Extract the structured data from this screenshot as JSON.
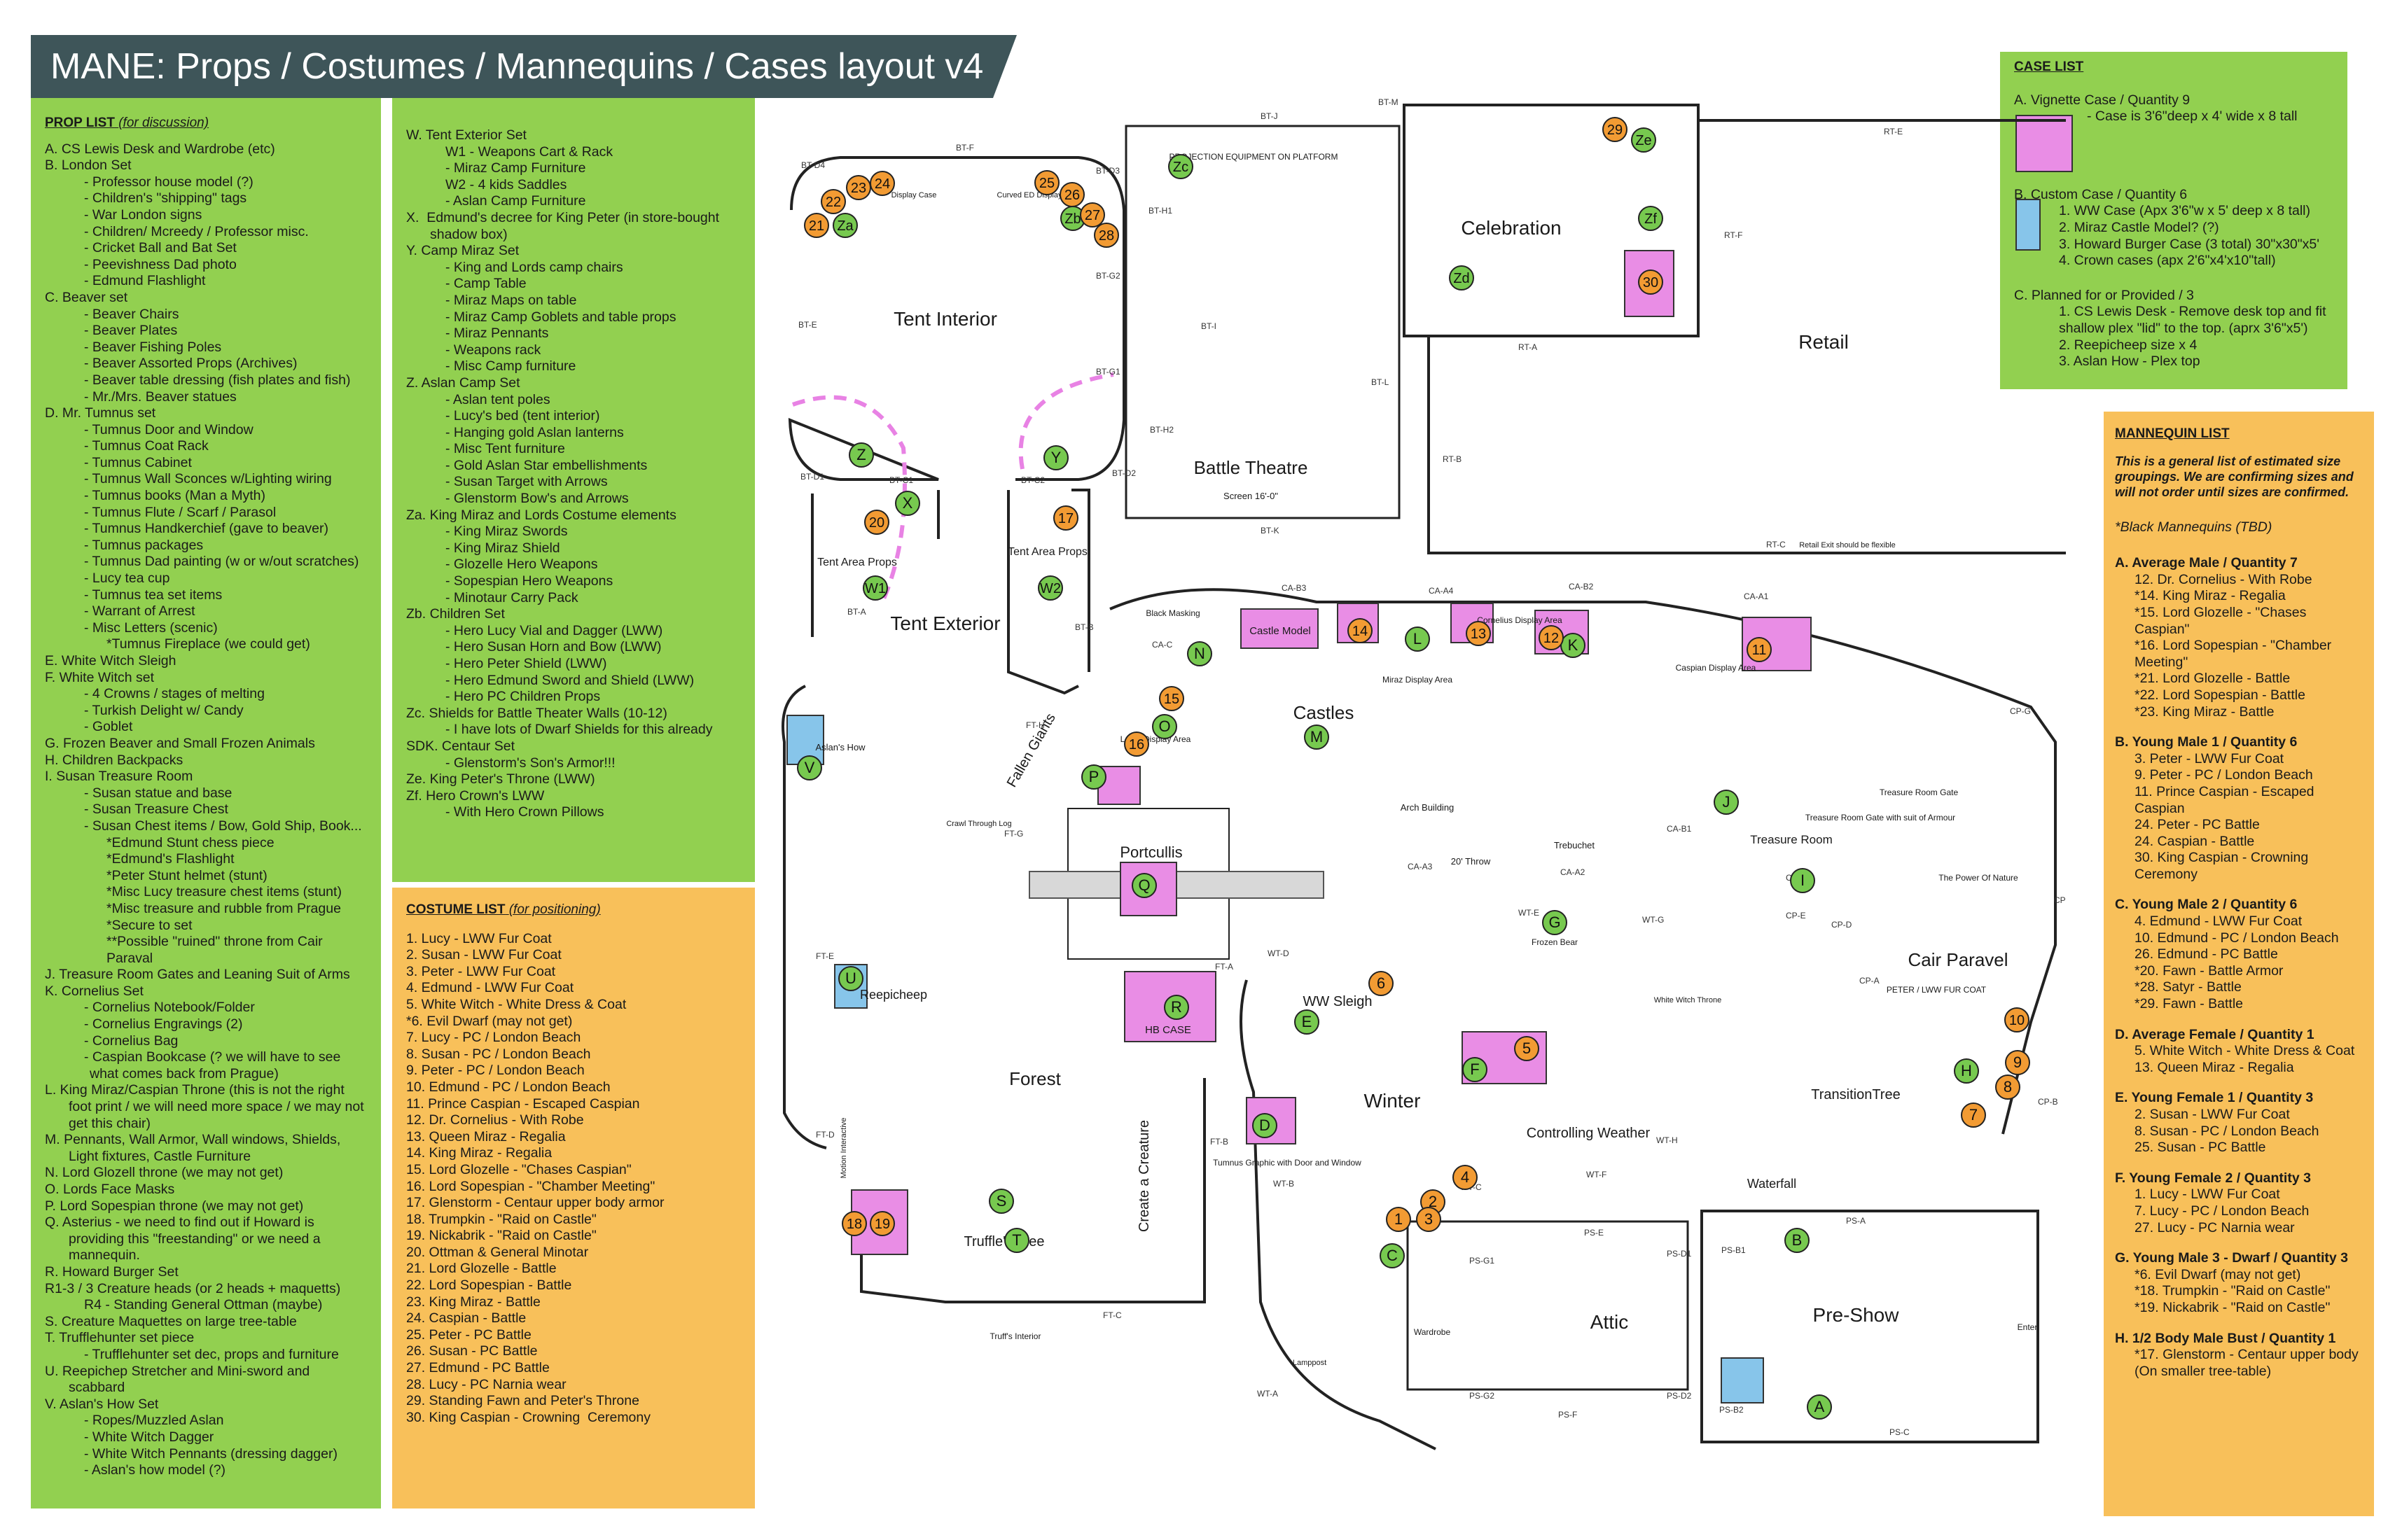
{
  "title": "MANE: Props / Costumes / Mannequins / Cases layout  v4",
  "prop_list": {
    "heading": "PROP LIST",
    "heading_note": "(for discussion)",
    "items": [
      "A. CS Lewis Desk and Wardrobe (etc)",
      "B. London Set",
      "- Professor house model (?)",
      "- Children's \"shipping\" tags",
      "- War London signs",
      "- Children/ Mcreedy / Professor misc.",
      "- Cricket Ball and Bat Set",
      "- Peevishness Dad photo",
      "- Edmund Flashlight",
      "C. Beaver set",
      "- Beaver Chairs",
      "- Beaver Plates",
      "- Beaver Fishing Poles",
      "- Beaver Assorted Props (Archives)",
      "- Beaver table dressing (fish plates and fish)",
      "- Mr./Mrs. Beaver statues",
      "D. Mr. Tumnus set",
      "- Tumnus Door and Window",
      "- Tumnus Coat Rack",
      "- Tumnus Cabinet",
      "- Tumnus Wall Sconces w/Lighting wiring",
      "- Tumnus books (Man a Myth)",
      "- Tumnus Flute / Scarf / Parasol",
      "- Tumnus Handkerchief (gave to beaver)",
      "- Tumnus packages",
      "- Tumnus Dad painting (w or w/out scratches)",
      "- Lucy tea cup",
      "- Tumnus tea set items",
      "- Warrant of Arrest",
      "- Misc Letters (scenic)",
      "*Tumnus Fireplace (we could get)",
      "E. White Witch Sleigh",
      "F. White Witch set",
      "- 4 Crowns / stages of melting",
      "- Turkish Delight w/ Candy",
      "- Goblet",
      "G. Frozen Beaver and Small Frozen Animals",
      "H. Children Backpacks",
      "I. Susan Treasure Room",
      "- Susan statue and base",
      "- Susan Treasure Chest",
      "- Susan Chest items / Bow, Gold Ship, Book...",
      "*Edmund Stunt chess piece",
      "*Edmund's Flashlight",
      "*Peter Stunt helmet (stunt)",
      "*Misc Lucy treasure chest items (stunt)",
      "*Misc treasure and rubble from Prague",
      "*Secure to set",
      "**Possible \"ruined\" throne from Cair Paraval",
      "J. Treasure Room Gates and Leaning Suit of Arms",
      "K. Cornelius Set",
      "- Cornelius Notebook/Folder",
      "- Cornelius Engravings (2)",
      "- Cornelius Bag",
      "- Caspian Bookcase (? we will have to see what comes back from Prague)",
      "L. King Miraz/Caspian Throne (this is not the right foot print / we will need more space / we may not get this chair)",
      "M. Pennants, Wall Armor, Wall windows, Shields, Light fixtures, Castle Furniture",
      "N. Lord Glozell throne (we may not get)",
      "O. Lords Face Masks",
      "P. Lord Sopespian throne (we may not get)",
      "Q. Asterius - we need to find out if Howard is providing this \"freestanding\" or we need a mannequin.",
      "R. Howard Burger Set",
      "R1-3 / 3 Creature heads (or 2 heads + maquetts)",
      "R4 - Standing General Ottman (maybe)",
      "S. Creature Maquettes on large tree-table",
      "T. Trufflehunter set piece",
      "- Trufflehunter set dec, props and furniture",
      "U. Reepichep Stretcher and Mini-sword and scabbard",
      "V. Aslan's How Set",
      "- Ropes/Muzzled Aslan",
      "- White Witch Dagger",
      "- White Witch Pennants (dressing dagger)",
      "- Aslan's how model (?)"
    ],
    "items_2": [
      "W. Tent Exterior Set",
      "W1 - Weapons Cart & Rack",
      "- Miraz Camp Furniture",
      "W2 - 4 kids Saddles",
      "- Aslan Camp Furniture",
      "X.  Edmund's decree for King Peter (in store-bought shadow box)",
      "Y. Camp Miraz Set",
      "- King and Lords camp chairs",
      "- Camp Table",
      "- Miraz Maps on table",
      "- Miraz Camp Goblets and table props",
      "- Miraz Pennants",
      "- Weapons rack",
      "- Misc Camp furniture",
      "Z. Aslan Camp Set",
      "- Aslan tent poles",
      "- Lucy's bed (tent interior)",
      "- Hanging gold Aslan lanterns",
      "- Misc Tent furniture",
      "- Gold Aslan Star embellishments",
      "- Susan Target with Arrows",
      "- Glenstorm Bow's and Arrows",
      "Za. King Miraz and Lords Costume elements",
      "- King Miraz Swords",
      "- King Miraz Shield",
      "- Glozelle Hero Weapons",
      "- Sopespian Hero Weapons",
      "- Minotaur Carry Pack",
      "Zb. Children Set",
      "- Hero Lucy Vial and Dagger (LWW)",
      "- Hero Susan Horn and Bow (LWW)",
      "- Hero Peter Shield (LWW)",
      "- Hero Edmund Sword and Shield (LWW)",
      "- Hero PC Children Props",
      "Zc. Shields for Battle Theater Walls (10-12)",
      "- I have lots of Dwarf Shields for this already",
      "SDK. Centaur Set",
      "- Glenstorm's Son's Armor!!!",
      "Ze. King Peter's Throne (LWW)",
      "Zf. Hero Crown's LWW",
      "- With Hero Crown Pillows"
    ]
  },
  "costume_list": {
    "heading": "COSTUME LIST",
    "heading_note": "(for positioning)",
    "items": [
      "1. Lucy - LWW Fur Coat",
      "2. Susan - LWW Fur Coat",
      "3. Peter - LWW Fur Coat",
      "4. Edmund - LWW Fur Coat",
      "5. White Witch - White Dress & Coat",
      "*6. Evil Dwarf (may not get)",
      "7. Lucy - PC / London Beach",
      "8. Susan - PC / London Beach",
      "9. Peter - PC / London Beach",
      "10. Edmund - PC / London Beach",
      "11. Prince Caspian - Escaped Caspian",
      "12. Dr. Cornelius - With Robe",
      "13. Queen Miraz - Regalia",
      "14. King Miraz - Regalia",
      "15. Lord Glozelle - \"Chases Caspian\"",
      "16. Lord Sopespian - \"Chamber Meeting\"",
      "17. Glenstorm - Centaur upper body armor",
      "18. Trumpkin - \"Raid on Castle\"",
      "19. Nickabrik - \"Raid on Castle\"",
      "20. Ottman & General Minotar",
      "21. Lord Glozelle - Battle",
      "22. Lord Sopespian - Battle",
      "23. King Miraz - Battle",
      "24. Caspian - Battle",
      "25. Peter - PC Battle",
      "26. Susan - PC Battle",
      "27. Edmund - PC Battle",
      "28. Lucy - PC Narnia wear",
      "29. Standing Fawn and Peter's Throne",
      "30. King Caspian - Crowning  Ceremony"
    ]
  },
  "case_list": {
    "heading": "CASE LIST",
    "a_title": "A. Vignette Case / Quantity 9",
    "a_note": "- Case is 3'6\"deep x 4' wide x 8 tall",
    "b_title": "B. Custom Case / Quantity 6",
    "b_items": [
      "1. WW Case (Apx 3'6\"w x 5' deep x 8 tall)",
      "2. Miraz Castle Model? (?)",
      "3. Howard Burger Case (3 total) 30\"x30\"x5'",
      "4. Crown cases (apx 2'6\"x4'x10\"tall)"
    ],
    "c_title": "C. Planned for or Provided / 3",
    "c_items": [
      "1. CS Lewis Desk - Remove desk top and fit shallow plex \"lid\" to the top. (aprx 3'6\"x5')",
      "2. Reepicheep size x 4",
      "3. Aslan How - Plex top"
    ],
    "colors": {
      "vignette": "#e98de5",
      "custom": "#87c5ea"
    }
  },
  "mannequin_list": {
    "heading": "MANNEQUIN LIST",
    "intro": "This is a general list of estimated size groupings. We are confirming sizes and will not order until sizes are confirmed.",
    "note": "*Black Mannequins (TBD)",
    "groups": [
      {
        "title": "A. Average Male / Quantity 7",
        "items": [
          "12. Dr. Cornelius - With Robe",
          "*14. King Miraz - Regalia",
          "*15. Lord Glozelle - \"Chases Caspian\"",
          "*16. Lord Sopespian - \"Chamber Meeting\"",
          "*21. Lord Glozelle - Battle",
          "*22. Lord Sopespian - Battle",
          "*23. King Miraz - Battle"
        ]
      },
      {
        "title": "B. Young Male 1 / Quantity 6",
        "items": [
          "3. Peter - LWW Fur Coat",
          "9. Peter - PC / London Beach",
          "11. Prince Caspian - Escaped Caspian",
          "24. Peter - PC Battle",
          "24. Caspian - Battle",
          "30. King Caspian - Crowning Ceremony"
        ]
      },
      {
        "title": "C. Young Male 2 / Quantity 6",
        "items": [
          "4. Edmund - LWW Fur Coat",
          "10. Edmund - PC / London Beach",
          "26. Edmund - PC Battle",
          "*20. Fawn - Battle Armor",
          "*28. Satyr - Battle",
          "*29. Fawn - Battle"
        ]
      },
      {
        "title": "D. Average Female / Quantity 1",
        "items": [
          "5. White Witch - White Dress & Coat",
          "13. Queen Miraz - Regalia"
        ]
      },
      {
        "title": "E. Young Female 1 / Quantity 3",
        "items": [
          "2. Susan - LWW Fur Coat",
          "8. Susan - PC / London Beach",
          "25. Susan - PC Battle"
        ]
      },
      {
        "title": "F. Young Female 2 / Quantity 3",
        "items": [
          "1. Lucy - LWW Fur Coat",
          "7. Lucy - PC / London Beach",
          "27. Lucy - PC Narnia wear"
        ]
      },
      {
        "title": "G. Young Male 3 - Dwarf / Quantity 3",
        "items": [
          "*6. Evil Dwarf (may not get)",
          "*18. Trumpkin - \"Raid on Castle\"",
          "*19. Nickabrik - \"Raid on Castle\""
        ]
      },
      {
        "title": "H. 1/2 Body Male Bust / Quantity 1",
        "items": [
          "*17. Glenstorm - Centaur upper body (On smaller tree-table)"
        ]
      }
    ]
  },
  "map": {
    "areas": {
      "tent_interior": "Tent Interior",
      "tent_exterior": "Tent Exterior",
      "battle_theatre": "Battle Theatre",
      "celebration": "Celebration",
      "retail": "Retail",
      "castles": "Castles",
      "portcullis": "Portcullis",
      "forest": "Forest",
      "winter": "Winter",
      "cair_paravel": "Cair Paravel",
      "attic": "Attic",
      "pre_show": "Pre-Show",
      "truffles_tree": "Truffle's Tree",
      "transition_tree": "TransitionTree",
      "treasure_room": "Treasure Room",
      "ww_sleigh": "WW Sleigh",
      "reepicheep": "Reepicheep",
      "aslans_how": "Aslan's How",
      "fallen_giants": "Fallen Giants",
      "create_a_creature": "Create a Creature",
      "controlling_weather": "Controlling Weather",
      "waterfall": "Waterfall",
      "tent_area_props_1": "Tent Area Props",
      "tent_area_props_2": "Tent Area Props",
      "castle_model": "Castle Model",
      "hb_case": "HB CASE",
      "arch_building": "Arch Building",
      "trebuchet": "Trebuchet",
      "projection": "PROJECTION EQUIPMENT ON PLATFORM",
      "screen": "Screen  16'-0\"",
      "wardrobe": "Wardrobe",
      "truffs_interior": "Truff's Interior",
      "miraz_display": "Miraz Display Area",
      "caspian_display": "Caspian Display Area",
      "lords_display": "Lords Display Area",
      "cornelius_display": "Cornelius Display Area",
      "display_case": "Display Case",
      "curved_display": "Curved ED Display",
      "black_masking": "Black Masking",
      "peter_lww": "PETER / LWW FUR COAT",
      "power_of_nature": "The Power Of Nature",
      "frozen_bear": "Frozen Bear",
      "ww_throne": "White Witch Throne",
      "throw_20": "20' Throw",
      "tumnus_graphic": "Tumnus Graphic with Door and Window",
      "treasure_gate": "Treasure Room Gate",
      "treasure_gate_suit": "Treasure Room Gate with suit of Armour",
      "crawl_log": "Crawl Through Log",
      "lamppost": "Lamppost",
      "motion_interactive": "Motion Interactive",
      "enter": "Enter",
      "retail_exit": "Retail Exit should be flexible"
    },
    "wall_labels": [
      "BT-J",
      "BT-M",
      "BT-D3",
      "BT-G2",
      "BT-G1",
      "BT-H1",
      "BT-H2",
      "BT-I",
      "BT-L",
      "BT-K",
      "BT-D2",
      "BT-D4",
      "BT-F",
      "BT-E",
      "BT-D1",
      "BT-C1",
      "BT-C2",
      "BT-A",
      "BT-B",
      "RT-E",
      "RT-F",
      "RT-A",
      "RT-B",
      "RT-C",
      "CA-B3",
      "CA-A4",
      "CA-B2",
      "CA-A1",
      "CA-C",
      "CA-B1",
      "CA-A3",
      "CA-A2",
      "CP-G",
      "CP-F",
      "CP-E",
      "CP-D",
      "CP-C",
      "CP-B",
      "CP-A",
      "FT-H",
      "FT-G",
      "FT-E",
      "FT-D",
      "FT-C",
      "FT-B",
      "FT-A",
      "WT-E",
      "WT-D",
      "WT-G",
      "WT-F",
      "WT-C",
      "WT-B",
      "WT-A",
      "WT-H",
      "PS-A",
      "PS-B1",
      "PS-C",
      "PS-D1",
      "PS-D2",
      "PS-E",
      "PS-F",
      "PS-G1",
      "PS-G2",
      "PS-B2"
    ],
    "circle_letters": [
      "A",
      "B",
      "C",
      "D",
      "E",
      "F",
      "G",
      "H",
      "I",
      "J",
      "K",
      "L",
      "M",
      "N",
      "O",
      "P",
      "Q",
      "R",
      "S",
      "T",
      "U",
      "V",
      "W1",
      "W2",
      "X",
      "Y",
      "Z",
      "Za",
      "Zb",
      "Zc",
      "Zd",
      "Ze",
      "Zf"
    ],
    "circle_numbers": [
      "1",
      "2",
      "3",
      "4",
      "5",
      "6",
      "7",
      "8",
      "9",
      "10",
      "11",
      "12",
      "13",
      "14",
      "15",
      "16",
      "17",
      "18",
      "19",
      "20",
      "21",
      "22",
      "23",
      "24",
      "25",
      "26",
      "27",
      "28",
      "29",
      "30"
    ]
  },
  "colors": {
    "green_panel": "#92d050",
    "orange_panel": "#f8c05a",
    "title_bg": "#3e5559",
    "marker_green": "#77c94f",
    "marker_orange": "#f29b33",
    "case_pink": "#e98de5",
    "case_blue": "#87c5ea",
    "dashed_pink": "#e882e4"
  }
}
